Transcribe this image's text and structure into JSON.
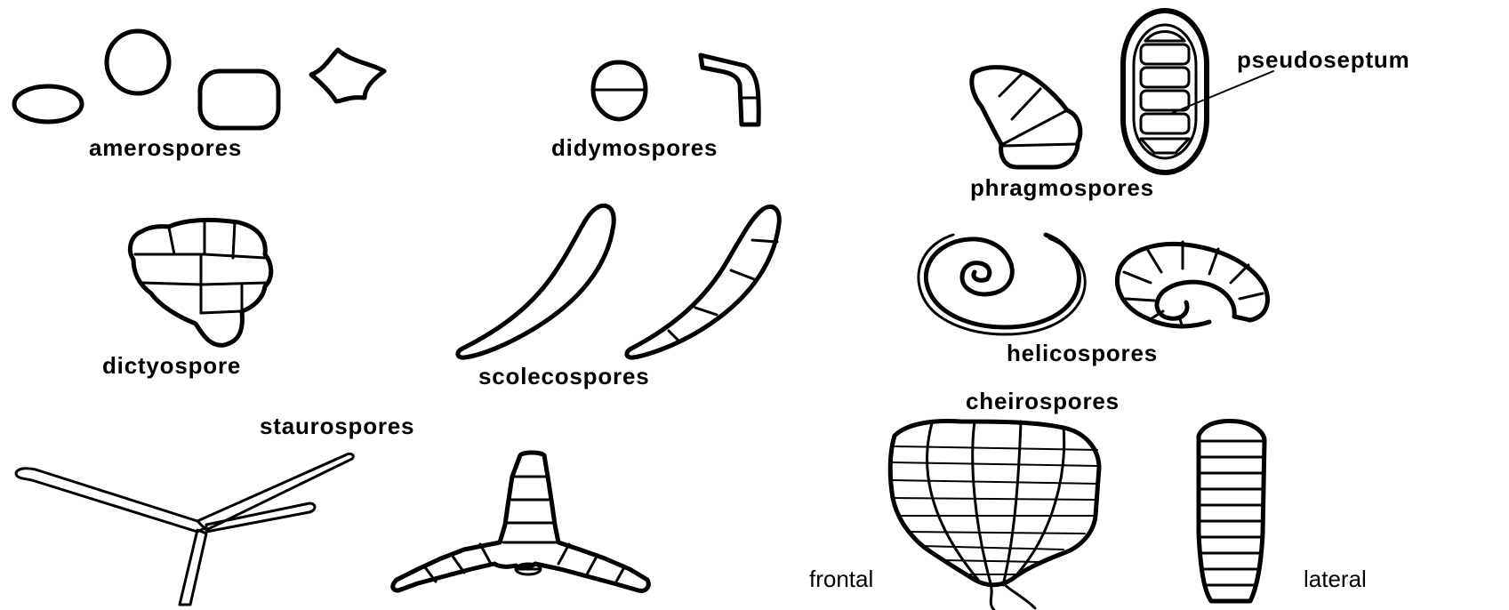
{
  "labels": {
    "amerospores": "amerospores",
    "didymospores": "didymospores",
    "phragmospores": "phragmospores",
    "pseudoseptum": "pseudoseptum",
    "dictyospore": "dictyospore",
    "scolecospores": "scolecospores",
    "helicospores": "helicospores",
    "staurospores": "staurospores",
    "cheirospores": "cheirospores",
    "frontal": "frontal",
    "lateral": "lateral"
  }
}
